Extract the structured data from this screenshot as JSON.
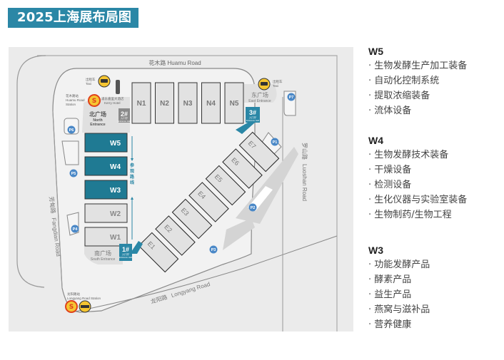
{
  "title": "2025上海展布局图",
  "roads": {
    "north": "花木路   Huamu Road",
    "east_cn": "罗山路",
    "east_en": "Luoshan Road",
    "west_cn": "芳甸路",
    "west_en": "Fangdian Road",
    "south_cn": "龙阳路",
    "south_en": "Longyang Road"
  },
  "stations": {
    "huamu_cn": "花木路站",
    "huamu_en1": "Huamu Road",
    "huamu_en2": "Station",
    "longyang_cn": "龙阳路站",
    "longyang_en": "Longyang Road Station",
    "taxi_cn": "出租车",
    "taxi_en": "Taxi",
    "kerry_cn": "浦东嘉里大酒店",
    "kerry_en": "Kerry Hotel"
  },
  "plazas": {
    "north_cn": "北广场",
    "north_en1": "North",
    "north_en2": "Entrance",
    "east_cn": "东广场",
    "east_en": "East Entrance",
    "south_cn": "南广场",
    "south_en": "South Entrance"
  },
  "entrances": [
    {
      "num": "1#",
      "cn": "入口厅",
      "en": "Entrance Hall"
    },
    {
      "num": "2#",
      "cn": "入口厅",
      "en": "Entrance Hall"
    },
    {
      "num": "3#",
      "cn": "入口厅",
      "en": "Entrance Hall"
    }
  ],
  "route_label": "参观路线",
  "halls_north": [
    "N1",
    "N2",
    "N3",
    "N4",
    "N5"
  ],
  "halls_west": [
    {
      "name": "W5",
      "highlighted": true
    },
    {
      "name": "W4",
      "highlighted": true
    },
    {
      "name": "W3",
      "highlighted": true
    },
    {
      "name": "W2",
      "highlighted": false
    },
    {
      "name": "W1",
      "highlighted": false
    }
  ],
  "halls_east": [
    "E1",
    "E2",
    "E3",
    "E4",
    "E5",
    "E6",
    "E7"
  ],
  "parking": [
    "P1",
    "P2",
    "P3",
    "P4",
    "P5",
    "P6",
    "P7"
  ],
  "colors": {
    "accent": "#2b87a6",
    "highlight_hall": "#1f7a93",
    "hall_fill": "#e2e2e2",
    "parking": "#4a88c7",
    "map_bg": "#ebebeb"
  },
  "legend": [
    {
      "hall": "W5",
      "items": [
        "生物发酵生产加工装备",
        "自动化控制系统",
        "提取浓缩装备",
        "流体设备"
      ]
    },
    {
      "hall": "W4",
      "items": [
        "生物发酵技术装备",
        "干燥设备",
        "检测设备",
        "生化仪器与实验室装备",
        "生物制药/生物工程"
      ]
    },
    {
      "hall": "W3",
      "items": [
        "功能发酵产品",
        "酵素产品",
        "益生产品",
        "燕窝与滋补品",
        "营养健康"
      ]
    }
  ]
}
